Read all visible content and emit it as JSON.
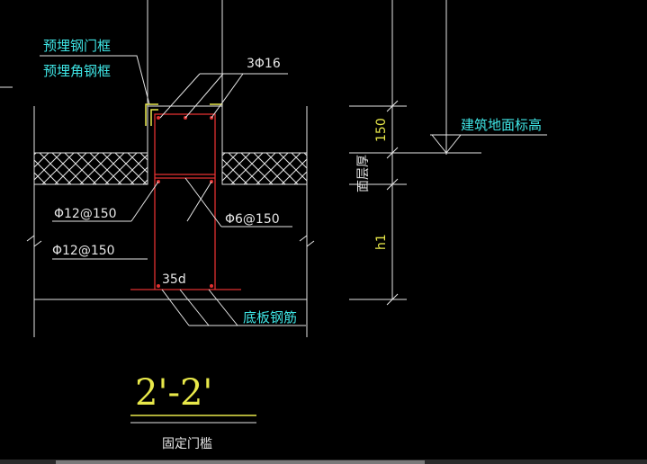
{
  "drawing": {
    "labels": {
      "embedded_steel_door_frame": "预埋钢门框",
      "embedded_angle_steel_frame": "预埋角钢框",
      "top_rebar": "3Φ16",
      "stirrup_left": "Φ12@150",
      "stirrup_left_lower": "Φ12@150",
      "stirrup_right": "Φ6@150",
      "anchorage": "35d",
      "bottom_slab_rebar": "底板钢筋",
      "building_floor_elevation": "建筑地面标高",
      "dim_150": "150",
      "dim_surface_layer": "面层厚",
      "dim_h1": "h1"
    },
    "title": {
      "section": "2'-2'",
      "caption": "固定门槛"
    },
    "colors": {
      "background": "#000000",
      "structure": "#e6e6e6",
      "rebar": "#e03030",
      "label_cyan": "#3fe6e6",
      "label_yellow": "#e8e84a",
      "embedded_frame": "#e8e84a"
    }
  }
}
